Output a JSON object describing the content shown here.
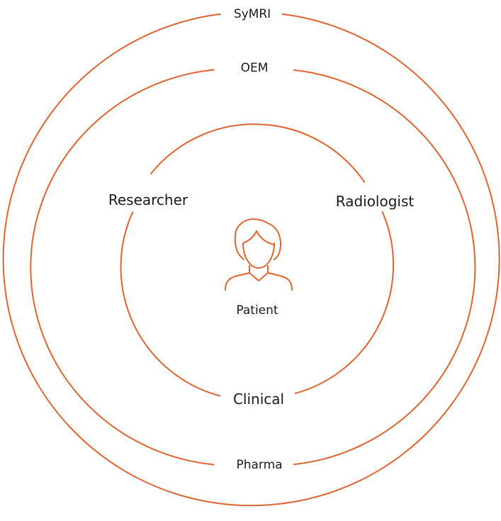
{
  "accent_color": "#e0642f",
  "text_color": "#1a1a1a",
  "rings": {
    "outer": {
      "top_label": "SyMRI"
    },
    "middle": {
      "top_label": "OEM",
      "bottom_label": "Pharma"
    },
    "inner": {
      "left_label": "Researcher",
      "right_label": "Radiologist",
      "bottom_label": "Clinical"
    }
  },
  "center": {
    "icon": "patient-icon",
    "label": "Patient"
  }
}
